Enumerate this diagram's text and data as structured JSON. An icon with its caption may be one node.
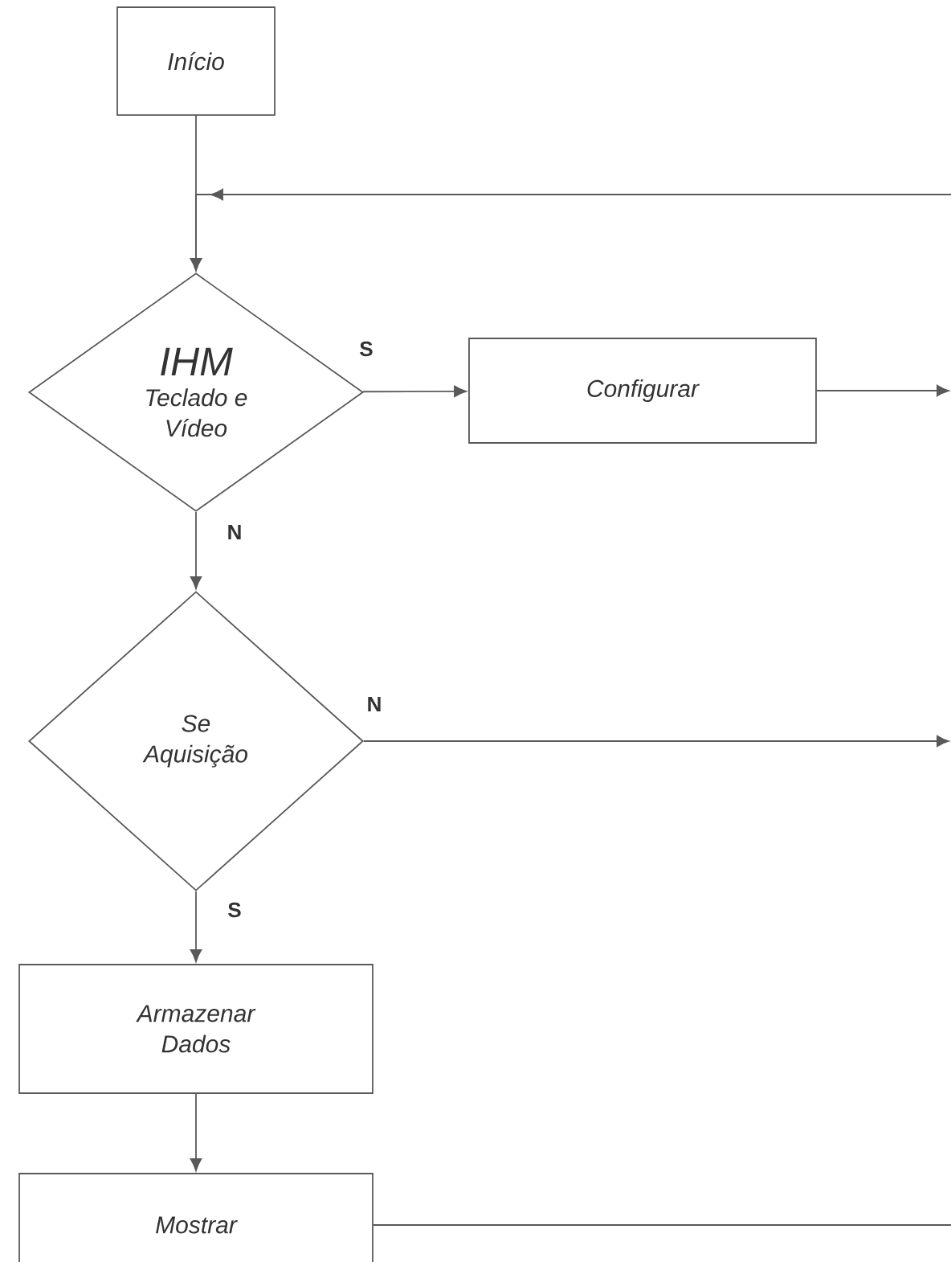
{
  "diagram": {
    "nodes": [
      {
        "text": [
          "Início"
        ]
      },
      {
        "text": [
          "IHM",
          "Teclado e Vídeo"
        ]
      },
      {
        "text": [
          "Configurar"
        ]
      },
      {
        "text": [
          "Se Aquisição"
        ]
      },
      {
        "text": [
          "Armazenar Dados"
        ]
      },
      {
        "text": [
          "Mostrar"
        ]
      }
    ],
    "edges": [
      {
        "from": 0,
        "to": 1,
        "arrow": "to"
      },
      {
        "from": null,
        "to": 1,
        "arrow": "to"
      },
      {
        "from": 1,
        "to": 2,
        "arrow": "to",
        "label": "S"
      },
      {
        "from": 2,
        "to": null,
        "arrow": "to"
      },
      {
        "from": 1,
        "to": 3,
        "arrow": "to",
        "label": "N"
      },
      {
        "from": 3,
        "to": null,
        "arrow": "to",
        "label": "N"
      },
      {
        "from": 3,
        "to": 4,
        "arrow": "to",
        "label": "S"
      },
      {
        "from": 4,
        "to": 5,
        "arrow": "to"
      },
      {
        "from": 5,
        "to": null,
        "arrow": "none"
      }
    ]
  }
}
